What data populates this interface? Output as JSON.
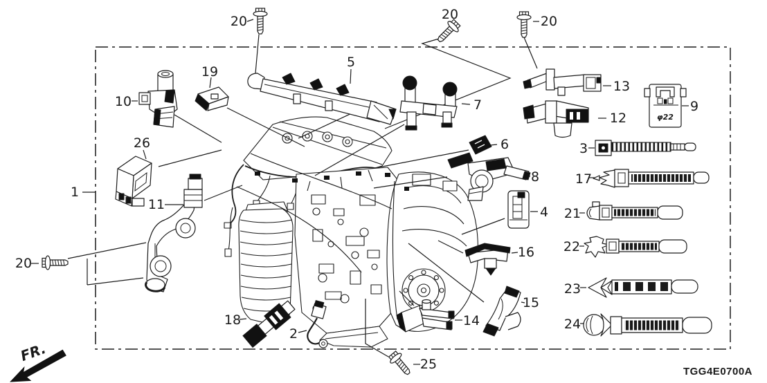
{
  "diagram": {
    "code": "TGG4E0700A",
    "direction_label": "FR.",
    "part9_spec": "φ22"
  },
  "callouts": [
    {
      "id": "1",
      "number": "1"
    },
    {
      "id": "2",
      "number": "2"
    },
    {
      "id": "3",
      "number": "3"
    },
    {
      "id": "4",
      "number": "4"
    },
    {
      "id": "5",
      "number": "5"
    },
    {
      "id": "6",
      "number": "6"
    },
    {
      "id": "7",
      "number": "7"
    },
    {
      "id": "8",
      "number": "8"
    },
    {
      "id": "9",
      "number": "9"
    },
    {
      "id": "10",
      "number": "10"
    },
    {
      "id": "11",
      "number": "11"
    },
    {
      "id": "12",
      "number": "12"
    },
    {
      "id": "13",
      "number": "13"
    },
    {
      "id": "14",
      "number": "14"
    },
    {
      "id": "15",
      "number": "15"
    },
    {
      "id": "16",
      "number": "16"
    },
    {
      "id": "17",
      "number": "17"
    },
    {
      "id": "18",
      "number": "18"
    },
    {
      "id": "19",
      "number": "19"
    },
    {
      "id": "20-top-left",
      "number": "20"
    },
    {
      "id": "20-top-center",
      "number": "20"
    },
    {
      "id": "20-top-right",
      "number": "20"
    },
    {
      "id": "20-left",
      "number": "20"
    },
    {
      "id": "21",
      "number": "21"
    },
    {
      "id": "22",
      "number": "22"
    },
    {
      "id": "23",
      "number": "23"
    },
    {
      "id": "24",
      "number": "24"
    },
    {
      "id": "25",
      "number": "25"
    },
    {
      "id": "26",
      "number": "26"
    }
  ]
}
